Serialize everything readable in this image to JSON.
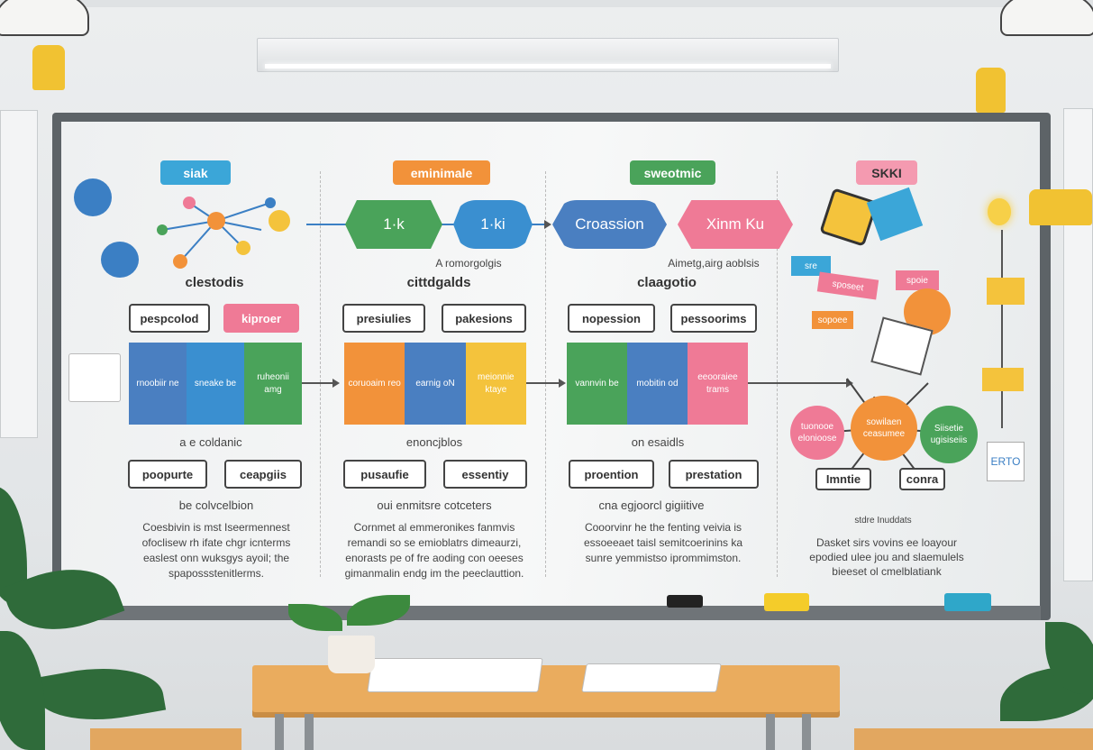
{
  "columns": [
    {
      "tag": "siak",
      "heading": "clestodis",
      "boxes_top": [
        "pespcolod",
        "kiproer"
      ],
      "blocks": [
        "rnoobiir ne",
        "sneake be",
        "ruheonii amg"
      ],
      "mid": "a e coldanic",
      "boxes_bottom": [
        "poopurte",
        "ceapgiis"
      ],
      "caption": "be colvcelbion",
      "paragraph": "Coesbivin is mst Iseermennest\nofoclisew rh ifate chgr icnterms\neaslest onn wuksgys ayoil; the\nspapossstenitlerms."
    },
    {
      "tag": "eminimale",
      "hexes": [
        "1·k",
        "1·ki"
      ],
      "subheading": "A romorgolgis",
      "heading": "cittdgalds",
      "boxes_top": [
        "presiulies",
        "pakesions"
      ],
      "blocks": [
        "coruoaim reo",
        "earnig oN",
        "meionnie ktaye"
      ],
      "mid": "enoncjblos",
      "boxes_bottom": [
        "pusaufie",
        "essentiy"
      ],
      "caption": "oui enmitsre cotceters",
      "paragraph": "Cornmet al emmeronikes fanmvis\nremandi so se emioblatrs dimeaurzi,\nenorasts pe of fre aoding con oeeses\ngimanmalin endg im the peeclauttion."
    },
    {
      "tag": "sweotmic",
      "hexes": [
        "Croassion",
        "Xinm Ku"
      ],
      "subheading": "Aimetg,airg aoblsis",
      "heading": "claagotio",
      "boxes_top": [
        "nopession",
        "pessoorims"
      ],
      "blocks": [
        "vannvin be",
        "mobitin od",
        "eeooraiee trams"
      ],
      "mid": "on esaidls",
      "boxes_bottom": [
        "proention",
        "prestation"
      ],
      "caption": "cna egjoorcl gigiitive",
      "paragraph": "Cooorvinr he the fenting veivia is\nessoeeaet taisl semitcoerinins ka\nsunre yemmistso iprommimston."
    },
    {
      "tag": "SKKI",
      "notes": [
        "sre",
        "sposeet",
        "spoie",
        "sopoee"
      ],
      "circles": [
        "tuonooe elonioose",
        "sowilaen ceasumee",
        "Siisetie ugisiseiis"
      ],
      "boxes": [
        "Imntie",
        "conra"
      ],
      "caption": "stdre Inuddats",
      "paragraph": "Dasket sirs vovins ee loayour\nepodied ulee jou and slaemulels\nbieeset ol cmelblatiank",
      "sticky": "ERTO"
    }
  ],
  "colors": {
    "blue": "#4a7fc1",
    "green": "#4aa35a",
    "orange": "#f2923a",
    "yellow": "#f4c33c",
    "pink": "#ef7a96",
    "teal": "#3ba6d8",
    "table": "#eaac5e"
  }
}
